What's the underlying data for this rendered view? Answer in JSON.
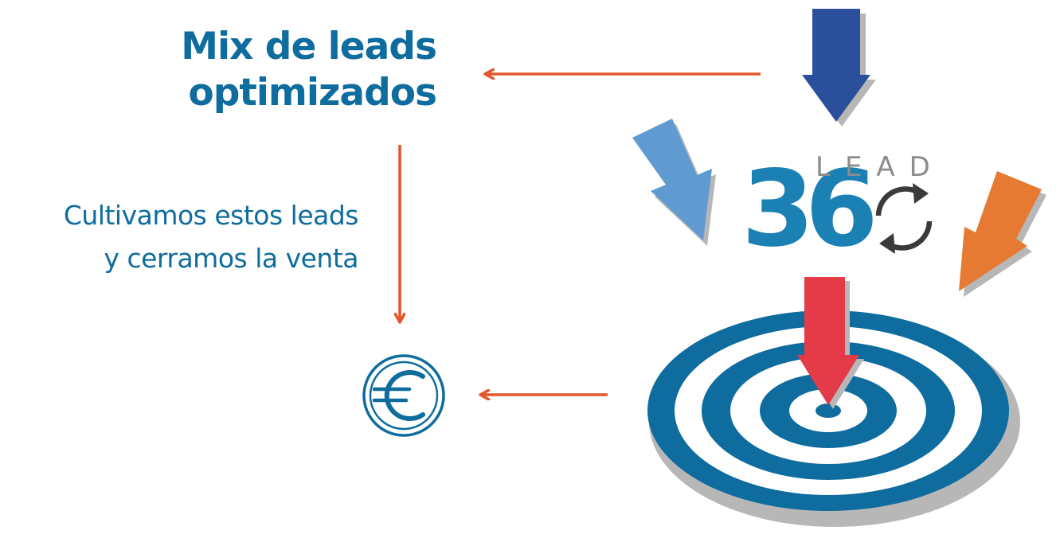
{
  "headline": {
    "line1": "Mix de leads",
    "line2": "optimizados"
  },
  "subtext": {
    "line1": "Cultivamos estos leads",
    "line2": "y cerramos la venta"
  },
  "logo": {
    "digits": "36",
    "word": "LEAD"
  },
  "icons": {
    "euro": "euro-icon",
    "target": "target-icon",
    "cycle": "refresh-cycle-icon"
  },
  "colors": {
    "primary_blue": "#0e6c9e",
    "dark_blue": "#2a4f9b",
    "light_blue": "#5f9bd1",
    "orange": "#e67a32",
    "red": "#e53a48",
    "connector_orange": "#e4552a",
    "logo_blue": "#1b80b3",
    "logo_gray": "#8c8c8c",
    "shadow_gray": "#b7b7b7"
  }
}
